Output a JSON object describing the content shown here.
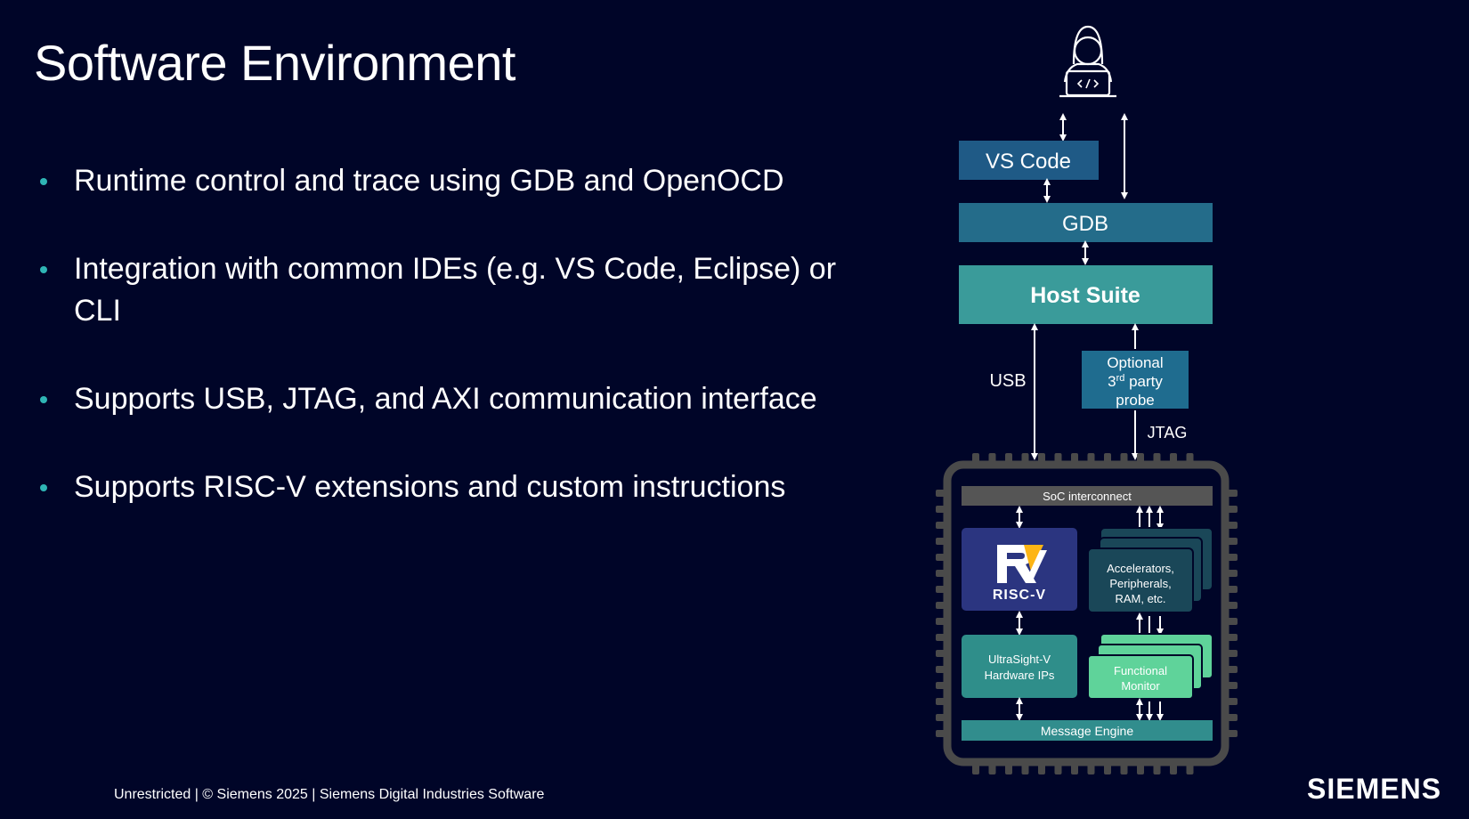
{
  "slide": {
    "title": "Software Environment",
    "bullets": [
      "Runtime control and trace using GDB and OpenOCD",
      "Integration with common IDEs (e.g. VS Code, Eclipse) or CLI",
      "Supports USB, JTAG, and AXI communication interface",
      "Supports RISC-V extensions and custom instructions"
    ],
    "footer": "Unrestricted | © Siemens 2025 | Siemens Digital Industries Software",
    "logo": "SIEMENS"
  },
  "diagram": {
    "user_icon": "developer-laptop-icon",
    "vscode": "VS Code",
    "gdb": "GDB",
    "host_suite": "Host Suite",
    "usb": "USB",
    "probe": {
      "line1": "Optional",
      "line2_num": "3",
      "line2_sup": "rd",
      "line2_rest": "party",
      "line3": "probe"
    },
    "jtag": "JTAG",
    "soc_interconnect": "SoC interconnect",
    "riscv_logo": "RISC-V",
    "accelerators": [
      "Accelerators,",
      "Peripherals,",
      "RAM, etc."
    ],
    "ultrasight": [
      "UltraSight-V",
      "Hardware IPs"
    ],
    "functional_monitor": [
      "Functional",
      "Monitor"
    ],
    "message_engine": "Message Engine",
    "colors": {
      "background": "#000528",
      "vscode_box": "#1f5a86",
      "gdb_box": "#246c8a",
      "host_suite_box": "#3a9b9a",
      "probe_box": "#1f6c8f",
      "chip_border": "#4a4a4a",
      "soc_bar": "#555555",
      "riscv_box": "#2b3580",
      "accelerators_box": "#1a4758",
      "ultrasight_box": "#2f8e8a",
      "functional_box": "#5fd39a",
      "message_bar": "#318d8d",
      "bullet": "#2fb5b5"
    }
  }
}
